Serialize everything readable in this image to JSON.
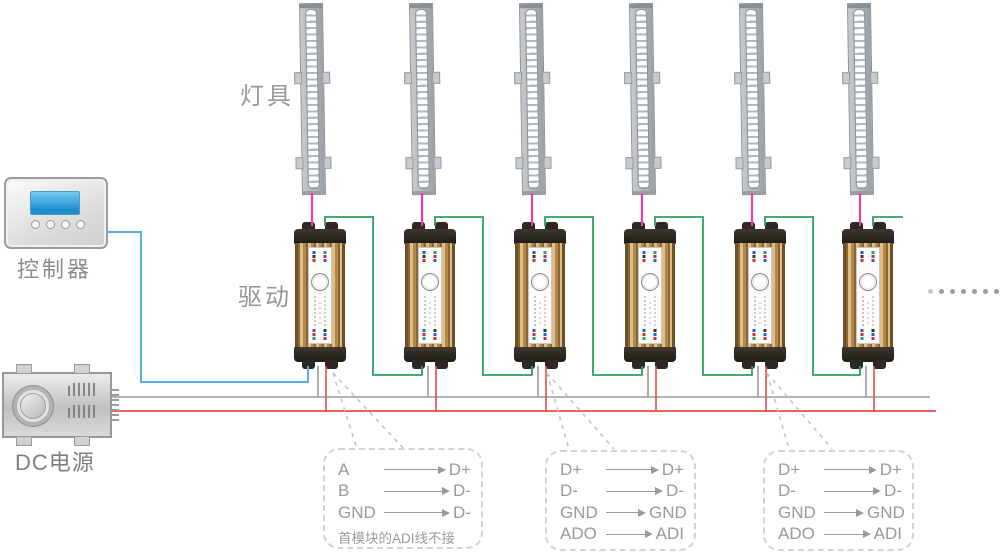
{
  "labels": {
    "fixtures": "灯具",
    "driver": "驱动",
    "controller": "控制器",
    "power": "DC电源"
  },
  "counts": {
    "fixtures": 6,
    "drivers": 6
  },
  "callouts": [
    {
      "rows": [
        {
          "from": "A",
          "to": "D+"
        },
        {
          "from": "B",
          "to": "D-"
        },
        {
          "from": "GND",
          "to": "D-"
        }
      ],
      "note": "首模块的ADI线不接"
    },
    {
      "rows": [
        {
          "from": "D+",
          "to": "D+"
        },
        {
          "from": "D-",
          "to": "D-"
        },
        {
          "from": "GND",
          "to": "GND"
        },
        {
          "from": "ADO",
          "to": "ADI"
        }
      ]
    },
    {
      "rows": [
        {
          "from": "D+",
          "to": "D+"
        },
        {
          "from": "D-",
          "to": "D-"
        },
        {
          "from": "GND",
          "to": "GND"
        },
        {
          "from": "ADO",
          "to": "ADI"
        }
      ]
    }
  ],
  "colors": {
    "wire_lamp_magenta": "#ee3fa8",
    "wire_data_green": "#2ba05f",
    "wire_signal_blue": "#55b0e0",
    "wire_power_red": "#e64c4c",
    "wire_power_gray": "#b3b3b3",
    "leader_dashed_gray": "#c6c6c6",
    "label_gray": "#979797"
  }
}
